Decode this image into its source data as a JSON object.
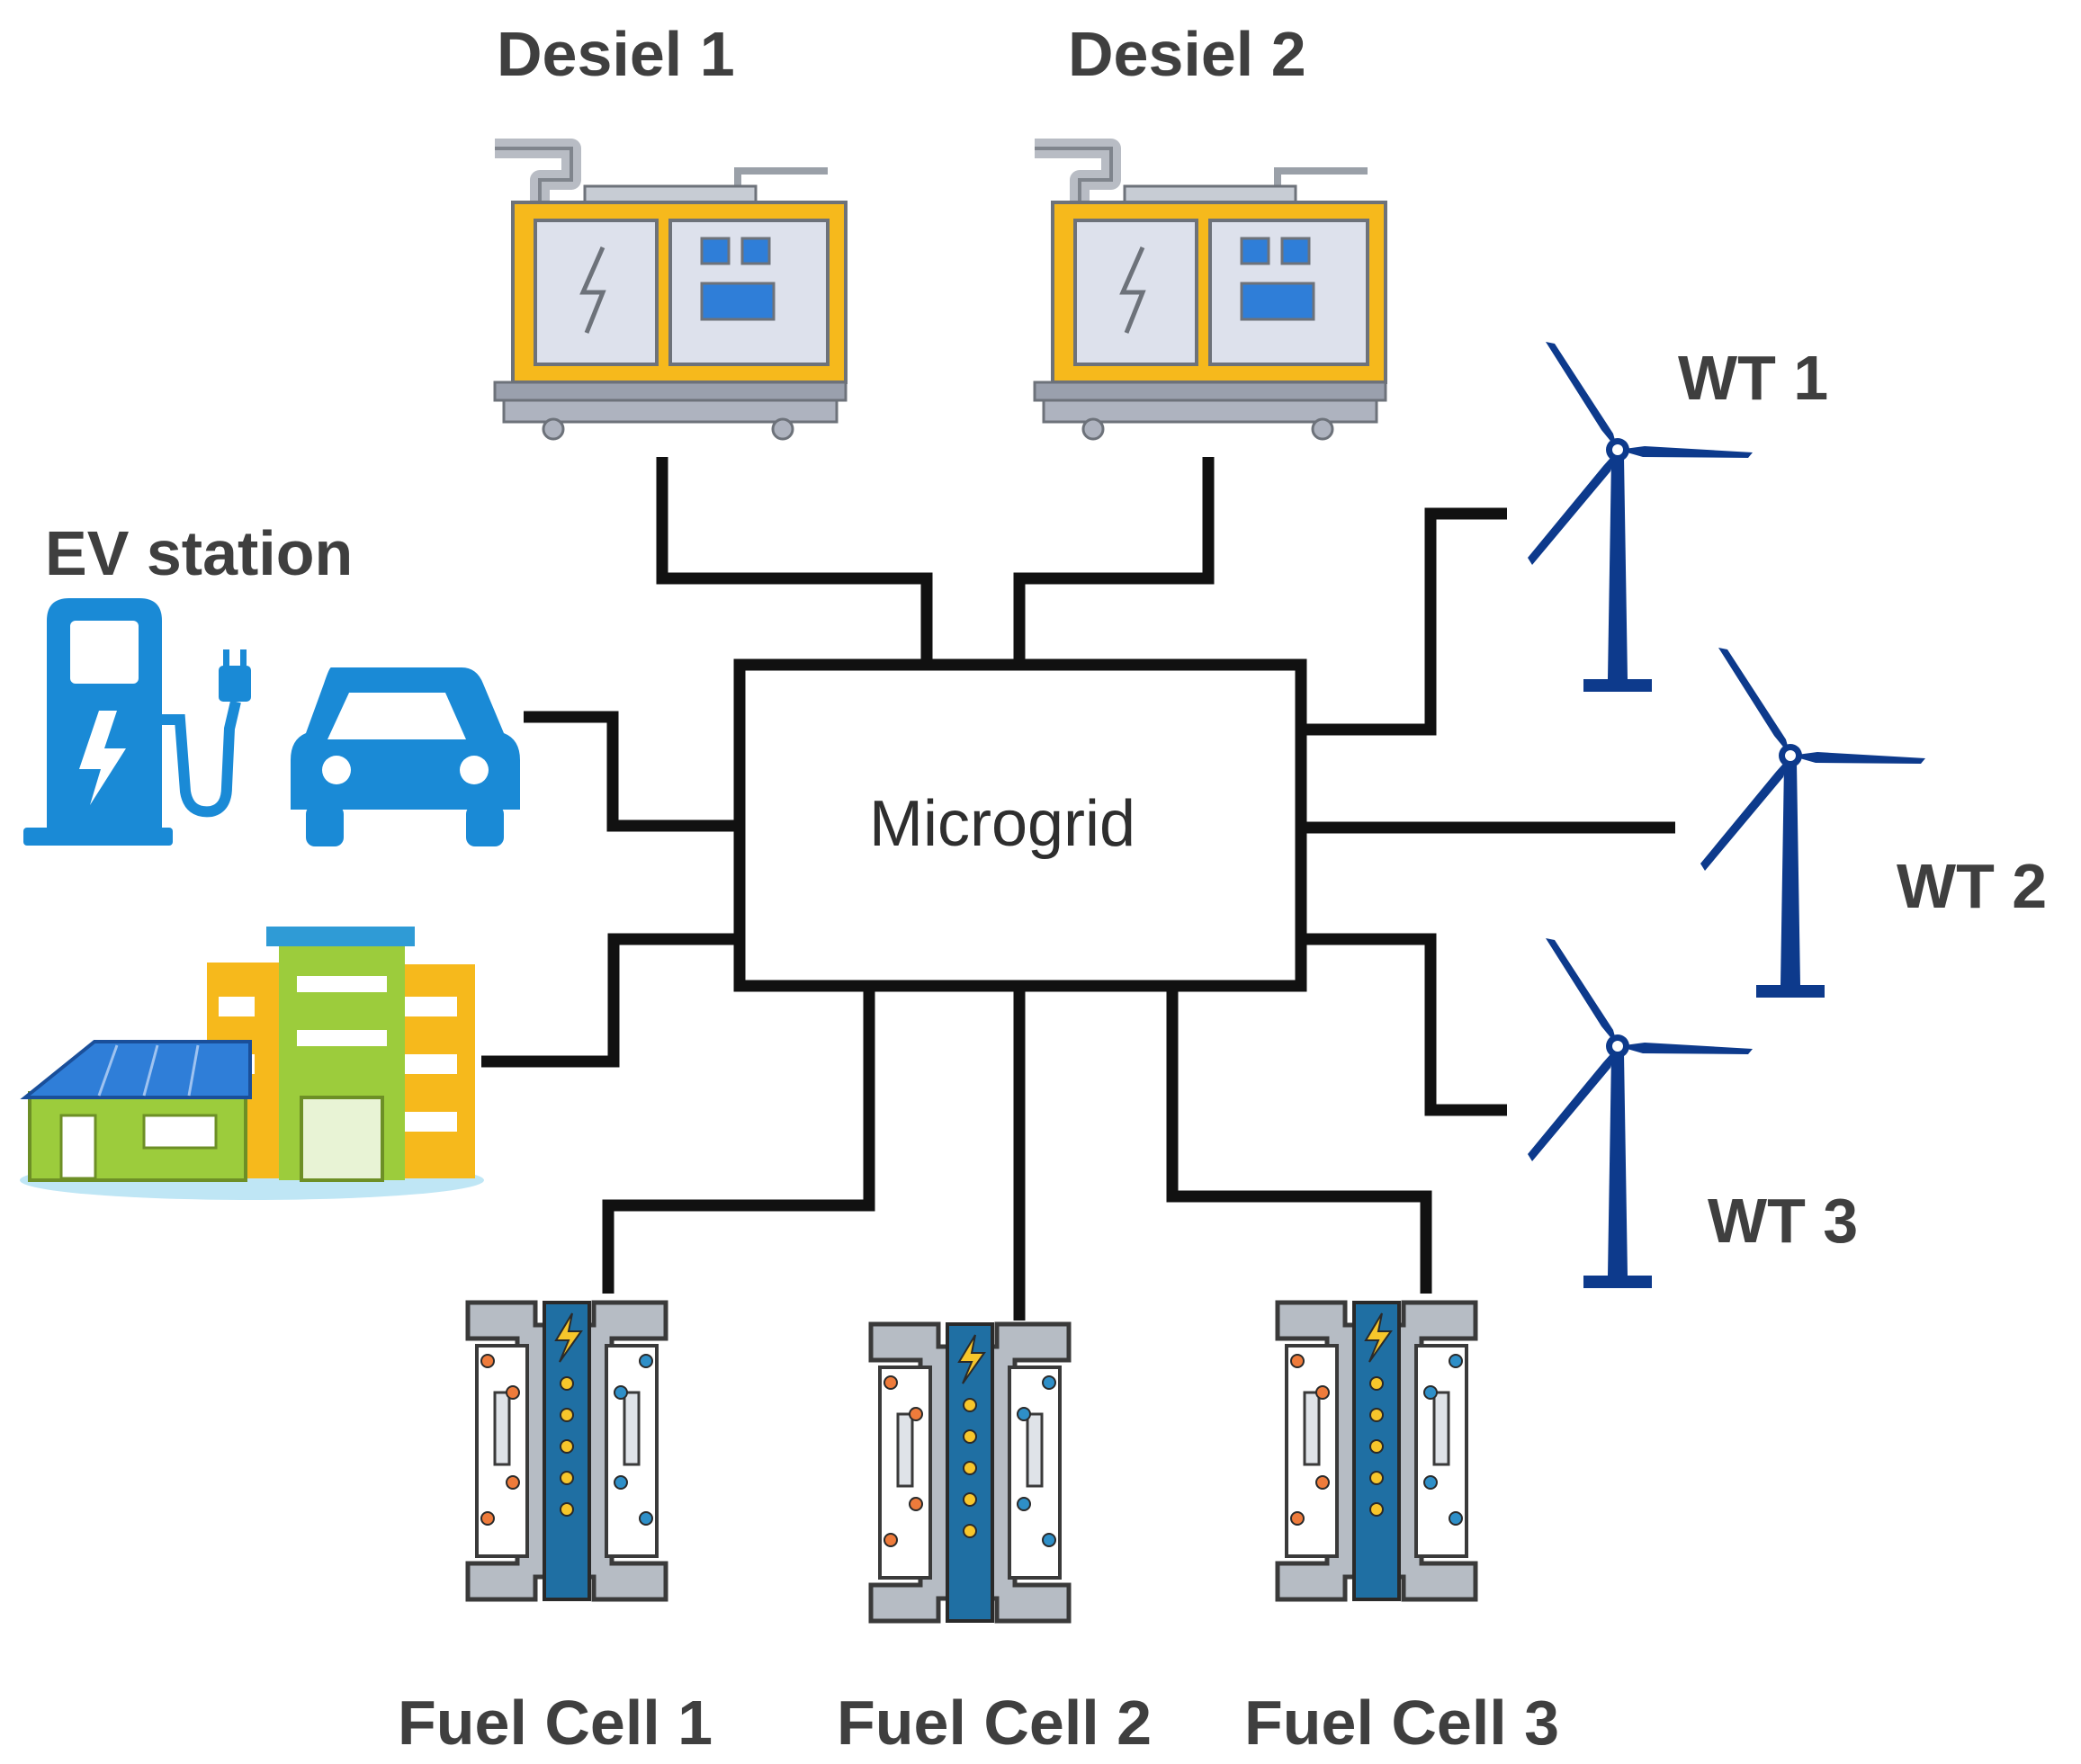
{
  "hub": {
    "label": "Microgrid"
  },
  "labels": {
    "diesel_1": "Desiel 1",
    "diesel_2": "Desiel 2",
    "ev_station": "EV station",
    "wt_1": "WT 1",
    "wt_2": "WT 2",
    "wt_3": "WT 3",
    "fuel_cell_1": "Fuel Cell 1",
    "fuel_cell_2": "Fuel Cell 2",
    "fuel_cell_3": "Fuel Cell 3"
  },
  "icons": {
    "diesel": "diesel-generator-icon",
    "ev_pump": "ev-charging-pump-icon",
    "car": "car-icon",
    "buildings": "buildings-with-solar-panel-icon",
    "wind": "wind-turbine-icon",
    "fuel_cell": "fuel-cell-icon"
  },
  "colors": {
    "line": "#111111",
    "generator_body": "#f6b91c",
    "generator_panel": "#dde1ec",
    "generator_accent": "#2f7ed8",
    "ev_blue": "#1a8ad6",
    "turbine_blue": "#0d3a8c",
    "fuel_cell_blue": "#1f6fa3",
    "fuel_cell_frame": "#b6bcc4"
  }
}
